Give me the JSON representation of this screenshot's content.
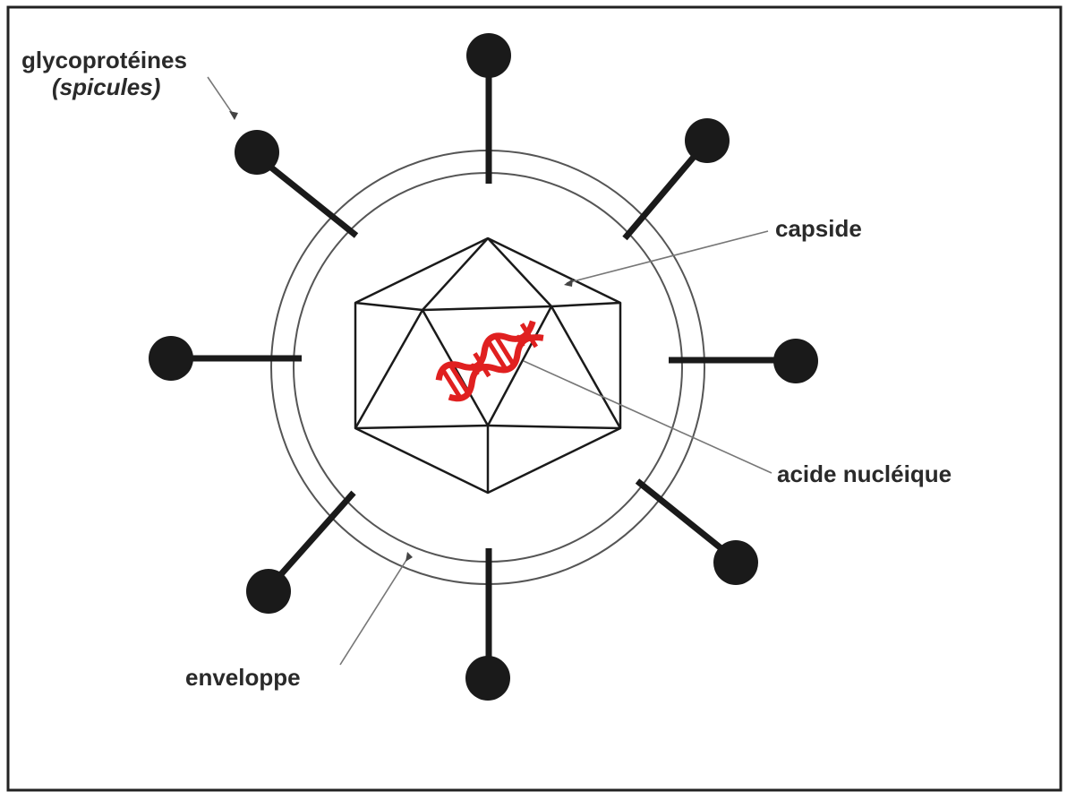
{
  "labels": {
    "glycoproteins_line1": "glycoprotéines",
    "glycoproteins_line2": "(spicules)",
    "capsid": "capside",
    "nucleic_acid": "acide nucléique",
    "envelope": "enveloppe"
  },
  "colors": {
    "ink": "#1a1a1a",
    "nucleic_acid": "#e02020",
    "frame": "#222222",
    "leader": "#777777"
  }
}
